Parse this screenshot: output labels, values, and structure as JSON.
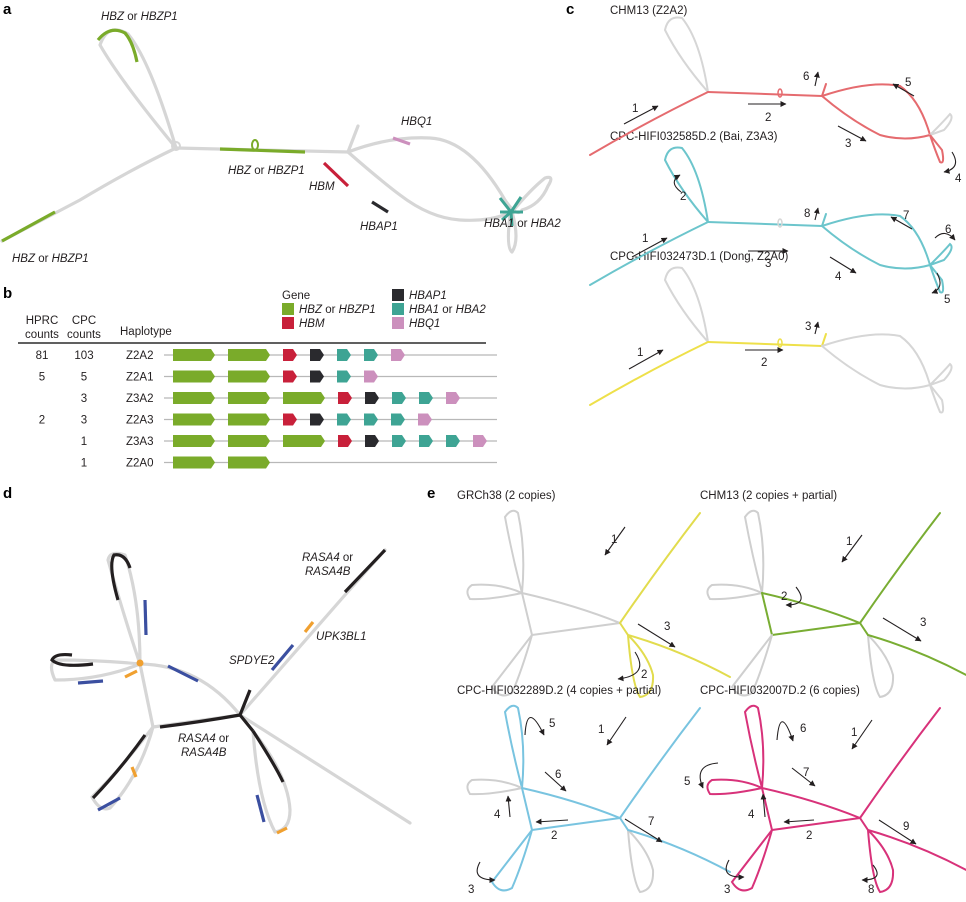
{
  "panels": {
    "a": {
      "letter": "a",
      "labels": [
        {
          "gene": "HBZ",
          "sep": " or ",
          "gene2": "HBZP1",
          "loc": "top-loop"
        },
        {
          "gene": "HBZ",
          "sep": " or ",
          "gene2": "HBZP1",
          "loc": "center"
        },
        {
          "gene": "HBZ",
          "sep": " or ",
          "gene2": "HBZP1",
          "loc": "bottom-left"
        },
        {
          "gene": "HBM",
          "loc": "lower-branch"
        },
        {
          "gene": "HBAP1",
          "loc": "lower-branch"
        },
        {
          "gene": "HBQ1",
          "loc": "upper-branch"
        },
        {
          "gene": "HBA1",
          "sep": " or ",
          "gene2": "HBA2",
          "loc": "right-node"
        }
      ]
    },
    "b": {
      "letter": "b",
      "legend_title": "Gene",
      "legend": [
        {
          "key": "HBZ",
          "label": "HBZ",
          "sep": " or ",
          "label2": "HBZP1",
          "color": "#7aab2a"
        },
        {
          "key": "HBM",
          "label": "HBM",
          "color": "#c8203a"
        },
        {
          "key": "HBAP1",
          "label": "HBAP1",
          "color": "#2a2a2e"
        },
        {
          "key": "HBA",
          "label": "HBA1",
          "sep": " or ",
          "label2": "HBA2",
          "color": "#3ea494"
        },
        {
          "key": "HBQ1",
          "label": "HBQ1",
          "color": "#cc90bd"
        }
      ],
      "columns": {
        "hprc_line1": "HPRC",
        "hprc_line2": "counts",
        "cpc_line1": "CPC",
        "cpc_line2": "counts",
        "haplotype": "Haplotype"
      },
      "rows": [
        {
          "hprc": "81",
          "cpc": "103",
          "haplotype": "Z2A2",
          "genes": [
            "HBZ",
            "HBZ",
            "HBM",
            "HBAP1",
            "HBA",
            "HBA",
            "HBQ1"
          ]
        },
        {
          "hprc": "5",
          "cpc": "5",
          "haplotype": "Z2A1",
          "genes": [
            "HBZ",
            "HBZ",
            "HBM",
            "HBAP1",
            "HBA",
            "HBQ1"
          ]
        },
        {
          "hprc": "",
          "cpc": "3",
          "haplotype": "Z3A2",
          "genes": [
            "HBZ",
            "HBZ",
            "HBZ",
            "HBM",
            "HBAP1",
            "HBA",
            "HBA",
            "HBQ1"
          ]
        },
        {
          "hprc": "2",
          "cpc": "3",
          "haplotype": "Z2A3",
          "genes": [
            "HBZ",
            "HBZ",
            "HBM",
            "HBAP1",
            "HBA",
            "HBA",
            "HBA",
            "HBQ1"
          ]
        },
        {
          "hprc": "",
          "cpc": "1",
          "haplotype": "Z3A3",
          "genes": [
            "HBZ",
            "HBZ",
            "HBZ",
            "HBM",
            "HBAP1",
            "HBA",
            "HBA",
            "HBA",
            "HBQ1"
          ]
        },
        {
          "hprc": "",
          "cpc": "1",
          "haplotype": "Z2A0",
          "genes": [
            "HBZ",
            "HBZ"
          ]
        }
      ]
    },
    "c": {
      "letter": "c",
      "graphs": [
        {
          "title": "CHM13 (Z2A2)",
          "color": "#e56b6f",
          "steps": [
            "1",
            "2",
            "3",
            "4",
            "5",
            "6"
          ]
        },
        {
          "title": "CPC-HIFI032585D.2 (Bai, Z3A3)",
          "color": "#6cc5cc",
          "steps": [
            "1",
            "2",
            "3",
            "4",
            "5",
            "6",
            "7",
            "8"
          ]
        },
        {
          "title": "CPC-HIFI032473D.1 (Dong, Z2A0)",
          "color": "#eee04a",
          "steps": [
            "1",
            "2",
            "3"
          ]
        }
      ]
    },
    "d": {
      "letter": "d",
      "colors": {
        "rasa4": "#231f20",
        "spdye2": "#3b4fa0",
        "upk3bl1": "#f0a030",
        "other": "#c8c8c8"
      },
      "labels": [
        {
          "line1": "RASA4",
          "line1_sep": " or",
          "line2": "RASA4B",
          "loc": "top-right"
        },
        {
          "text": "UPK3BL1"
        },
        {
          "text": "SPDYE2"
        },
        {
          "line1": "RASA4",
          "line1_sep": " or",
          "line2": "RASA4B",
          "loc": "center"
        }
      ]
    },
    "e": {
      "letter": "e",
      "graphs": [
        {
          "title": "GRCh38 (2 copies)",
          "color": "#e2dc4e",
          "steps": [
            "1",
            "2",
            "3"
          ]
        },
        {
          "title": "CHM13 (2 copies + partial)",
          "color": "#79ad33",
          "steps": [
            "1",
            "2",
            "3"
          ]
        },
        {
          "title": "CPC-HIFI032289D.2 (4 copies + partial)",
          "color": "#79c4e0",
          "steps": [
            "1",
            "2",
            "3",
            "4",
            "5",
            "6",
            "7"
          ]
        },
        {
          "title": "CPC-HIFI032007D.2 (6 copies)",
          "color": "#d8327a",
          "steps": [
            "1",
            "2",
            "3",
            "4",
            "5",
            "6",
            "7",
            "8",
            "9"
          ]
        }
      ]
    }
  }
}
